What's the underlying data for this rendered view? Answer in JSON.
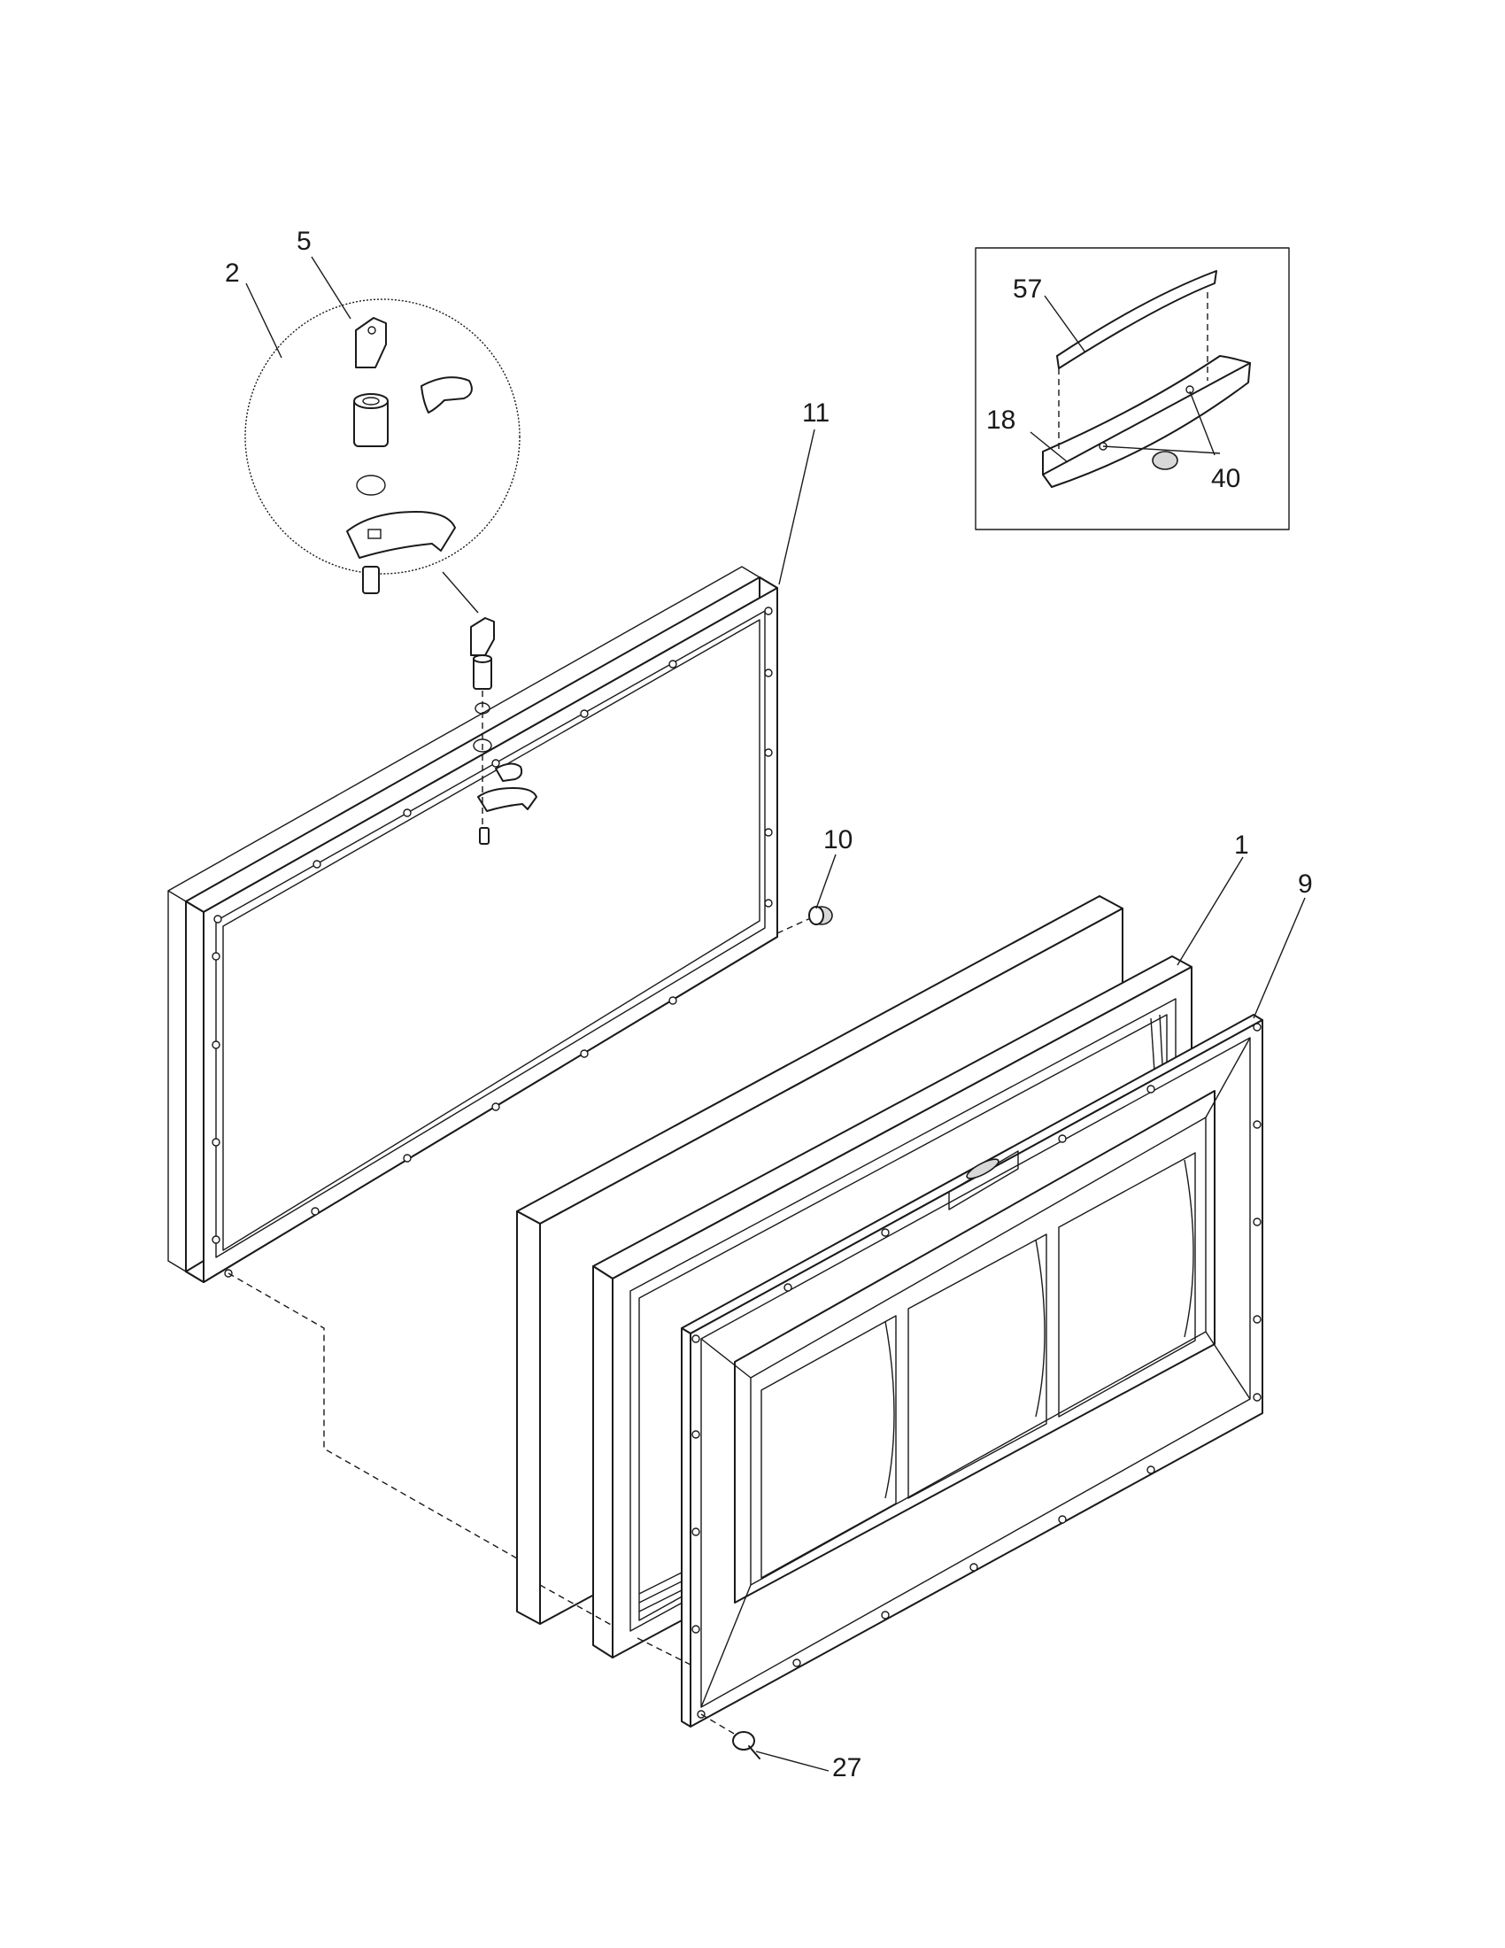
{
  "callouts": {
    "c1": "1",
    "c2": "2",
    "c5": "5",
    "c9": "9",
    "c10": "10",
    "c11": "11",
    "c18": "18",
    "c27": "27",
    "c40": "40",
    "c57": "57"
  }
}
